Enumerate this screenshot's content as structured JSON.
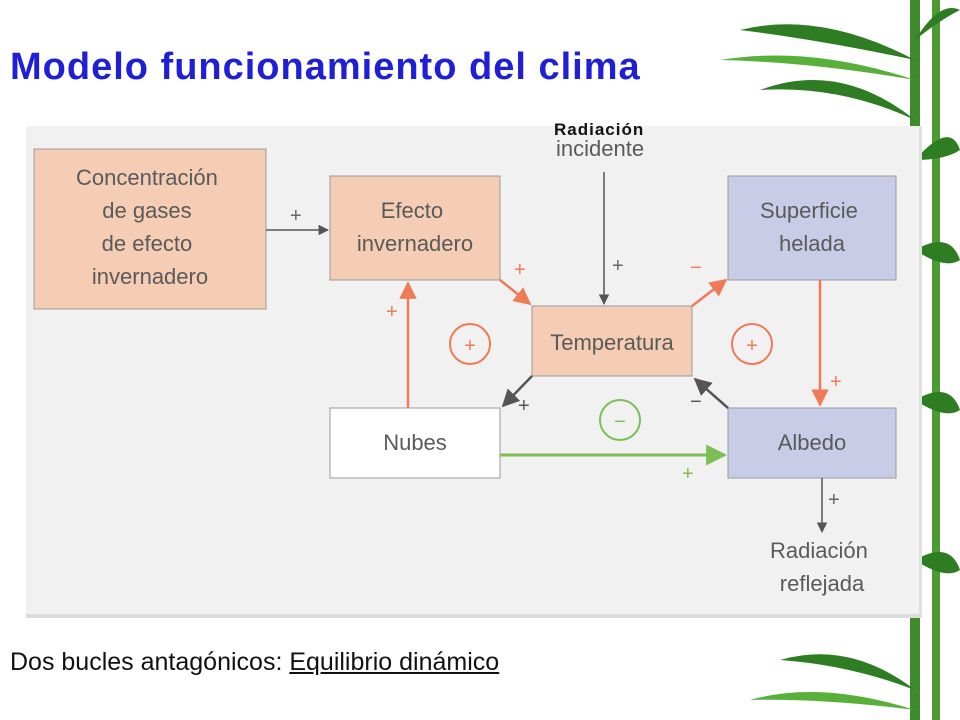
{
  "title": "Modelo funcionamiento del clima",
  "incident_label_overlay": "Radiación",
  "diagram": {
    "incident_radiation": "incidente",
    "nodes": {
      "gases": [
        "Concentración",
        "de gases",
        "de efecto",
        "invernadero"
      ],
      "efecto": [
        "Efecto",
        "invernadero"
      ],
      "temperatura": [
        "Temperatura"
      ],
      "superficie": [
        "Superficie",
        "helada"
      ],
      "nubes": [
        "Nubes"
      ],
      "albedo": [
        "Albedo"
      ],
      "reflejada": [
        "Radiación",
        "reflejada"
      ]
    },
    "signs": {
      "gases_to_efecto": "+",
      "efecto_to_temp": "+",
      "incident_to_temp": "+",
      "temp_to_superficie": "−",
      "nubes_to_efecto": "+",
      "temp_to_nubes": "+",
      "albedo_to_temp": "−",
      "superficie_to_albedo": "+",
      "nubes_to_albedo": "+",
      "albedo_to_reflejada": "+"
    },
    "loops": {
      "left": "+",
      "middle": "−",
      "right": "+"
    }
  },
  "footer": {
    "prefix": "Dos bucles antagónicos:",
    "emphasis": "Equilibrio dinámico"
  },
  "colors": {
    "title": "#1f1fd8",
    "box_warm": "#f4cdb4",
    "box_cool": "#c9cce6",
    "arrow_red": "#f07a55",
    "arrow_green": "#7bbf55",
    "arrow_dark": "#555555"
  }
}
